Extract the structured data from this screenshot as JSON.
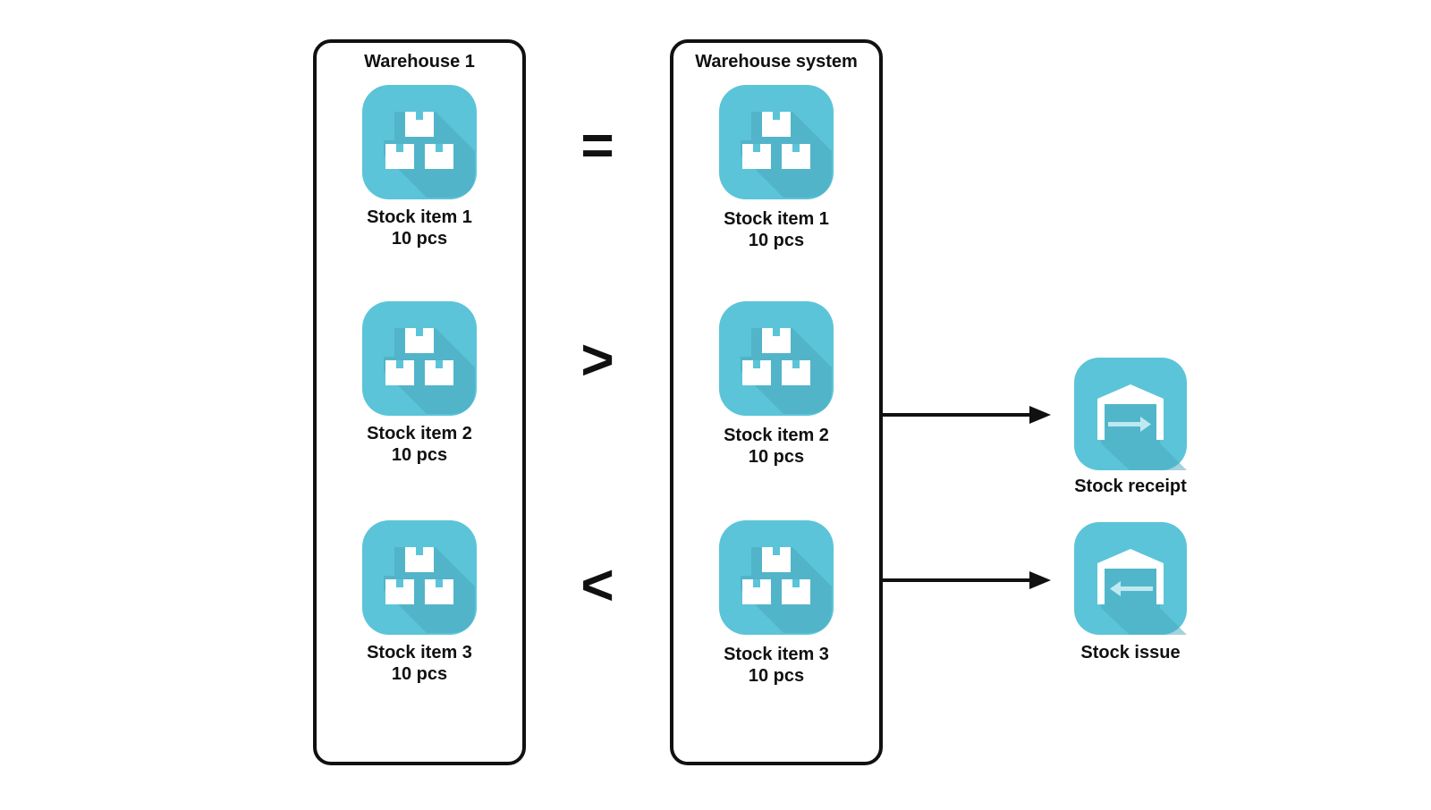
{
  "colors": {
    "tile": "#5bc4d8",
    "tile_shadow": "#4aa8bd",
    "box": "#ffffff",
    "stroke": "#111111"
  },
  "warehouse_panel": {
    "title": "Warehouse 1",
    "items": [
      {
        "name": "Stock item 1",
        "qty": "10 pcs",
        "icon": "boxes-icon"
      },
      {
        "name": "Stock item 2",
        "qty": "10 pcs",
        "icon": "boxes-icon"
      },
      {
        "name": "Stock item 3",
        "qty": "10 pcs",
        "icon": "boxes-icon"
      }
    ]
  },
  "system_panel": {
    "title": "Warehouse system",
    "items": [
      {
        "name": "Stock item 1",
        "qty": "10 pcs",
        "icon": "boxes-icon"
      },
      {
        "name": "Stock item 2",
        "qty": "10 pcs",
        "icon": "boxes-icon"
      },
      {
        "name": "Stock item 3",
        "qty": "10 pcs",
        "icon": "boxes-icon"
      }
    ]
  },
  "comparisons": [
    "=",
    ">",
    "<"
  ],
  "actions": {
    "receipt": {
      "label": "Stock receipt",
      "icon": "warehouse-arrow-in-icon"
    },
    "issue": {
      "label": "Stock issue",
      "icon": "warehouse-arrow-out-icon"
    }
  }
}
